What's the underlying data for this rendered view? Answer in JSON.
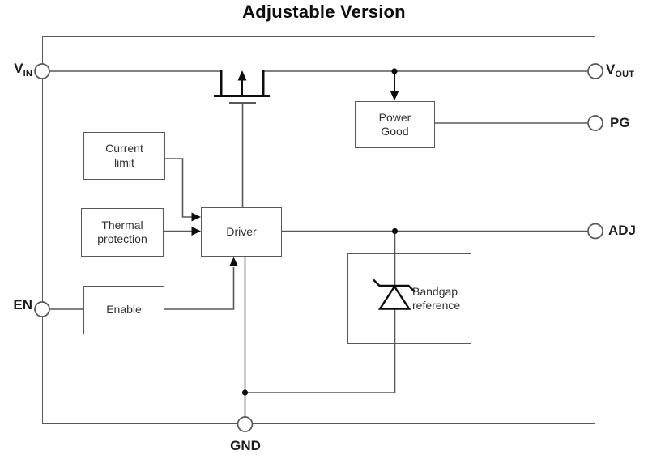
{
  "title": "Adjustable Version",
  "pins": {
    "vin": {
      "label": "V",
      "sub": "IN"
    },
    "vout": {
      "label": "V",
      "sub": "OUT"
    },
    "pg": {
      "label": "PG"
    },
    "adj": {
      "label": "ADJ"
    },
    "en": {
      "label": "EN"
    },
    "gnd": {
      "label": "GND"
    }
  },
  "blocks": {
    "current_limit": {
      "label": "Current\nlimit"
    },
    "thermal_protection": {
      "label": "Thermal\nprotection"
    },
    "driver": {
      "label": "Driver"
    },
    "enable": {
      "label": "Enable"
    },
    "power_good": {
      "label": "Power\nGood"
    },
    "bandgap_reference": {
      "label": "Bandgap\nreference"
    }
  },
  "icons": {
    "pass_transistor": "pmos-pass-transistor-icon",
    "reference_diode": "zener-diode-icon",
    "terminal": "pin-circle-icon"
  },
  "colors": {
    "wire": "#58585a",
    "symbol": "#0d0d0d",
    "text": "#313133",
    "background": "#ffffff"
  }
}
